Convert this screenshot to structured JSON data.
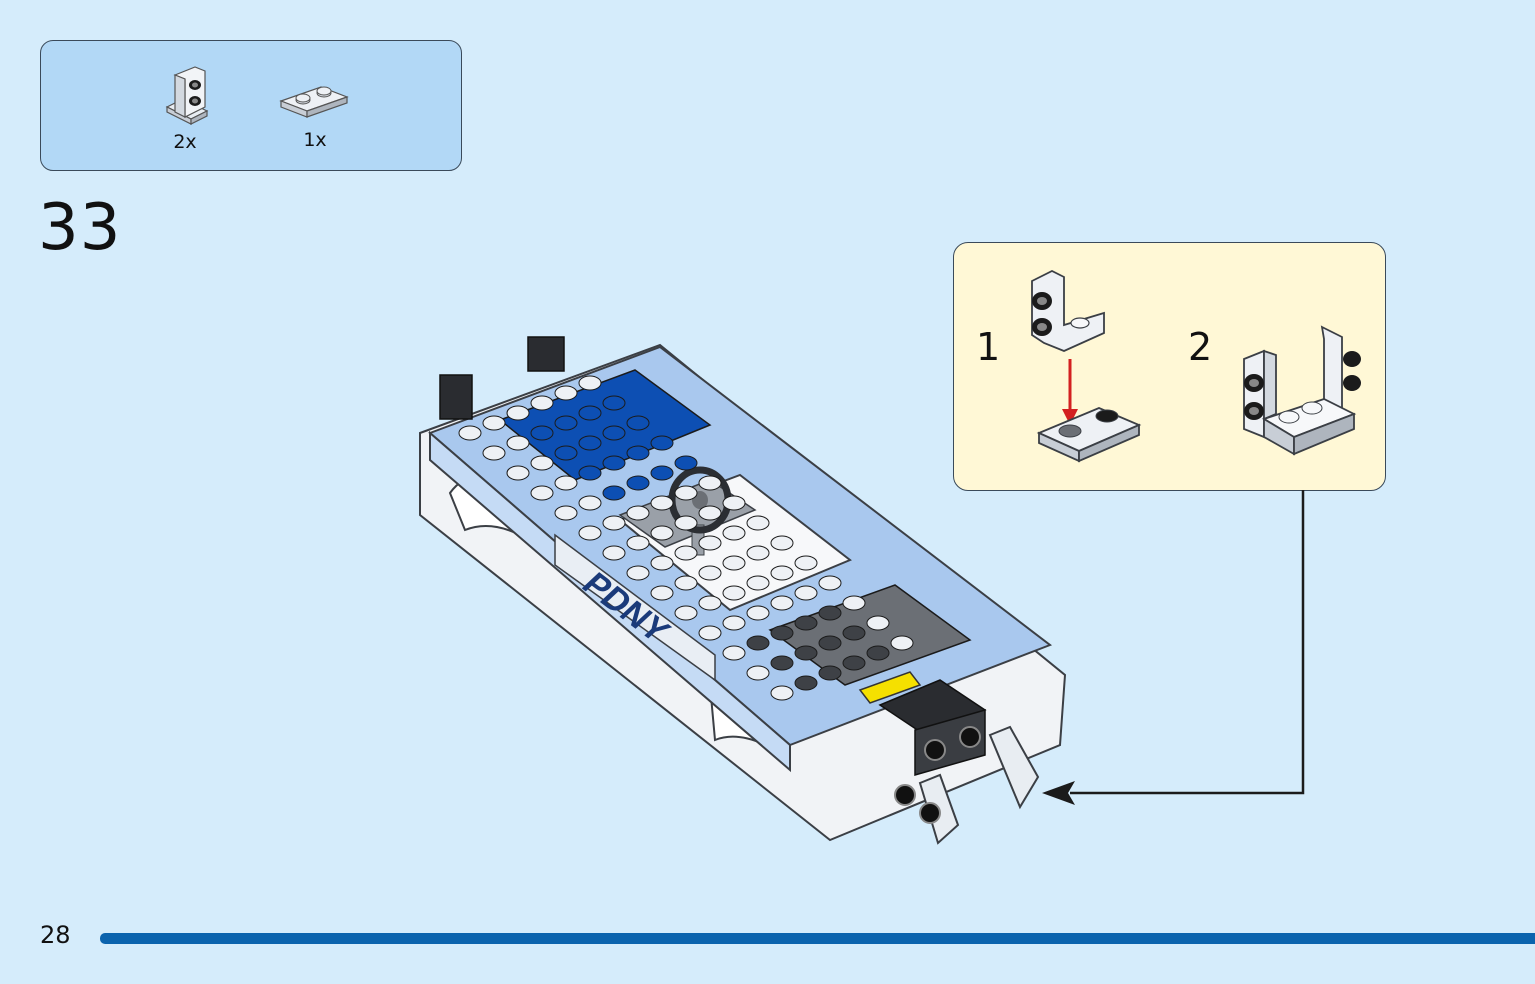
{
  "parts_list": [
    {
      "name": "white-bracket-piece",
      "quantity": "2x"
    },
    {
      "name": "white-plate-1x2-piece",
      "quantity": "1x"
    }
  ],
  "step": {
    "number": "33"
  },
  "callout": {
    "substeps": [
      {
        "number": "1"
      },
      {
        "number": "2"
      }
    ]
  },
  "model": {
    "decal_text": "PDNY"
  },
  "footer": {
    "page_number": "28"
  },
  "colors": {
    "background": "#d5ecfb",
    "parts_box": "#b2d8f6",
    "callout_box": "#fff8d6",
    "progress_bar": "#0b63ad",
    "arrow_red": "#d32020",
    "brick_blue": "#0d4fb3",
    "brick_light_blue": "#a9c8ee",
    "brick_white": "#f4f6f9",
    "brick_gray": "#6b6f75",
    "brick_black": "#1b1b1b",
    "brick_yellow": "#f5e000"
  }
}
